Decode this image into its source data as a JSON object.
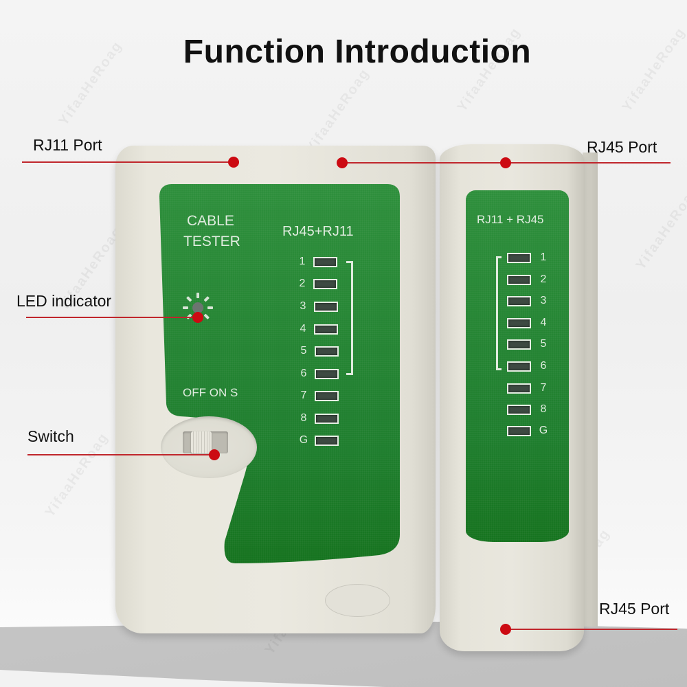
{
  "title": "Function Introduction",
  "watermark": "YifaaHeRoag",
  "main_unit": {
    "panel_title_line1": "CABLE",
    "panel_title_line2": "TESTER",
    "panel_header": "RJ45+RJ11",
    "switch_positions": "OFF ON S",
    "leds": [
      "1",
      "2",
      "3",
      "4",
      "5",
      "6",
      "7",
      "8",
      "G"
    ],
    "bracket_range": "1-6"
  },
  "remote_unit": {
    "panel_header": "RJ11 + RJ45",
    "leds": [
      "1",
      "2",
      "3",
      "4",
      "5",
      "6",
      "7",
      "8",
      "G"
    ],
    "bracket_range": "1-6"
  },
  "callouts": [
    {
      "id": "rj11-port",
      "label": "RJ11 Port",
      "side": "left"
    },
    {
      "id": "rj45-port-top",
      "label": "RJ45 Port",
      "side": "right"
    },
    {
      "id": "led-indicator",
      "label": "LED indicator",
      "side": "left"
    },
    {
      "id": "switch",
      "label": "Switch",
      "side": "left"
    },
    {
      "id": "rj45-port-bottom",
      "label": "RJ45 Port",
      "side": "right"
    }
  ],
  "colors": {
    "panel_green": "#2a8a3a",
    "body_beige": "#e9e7de",
    "callout_red": "#cc0a12",
    "title_black": "#111111"
  }
}
